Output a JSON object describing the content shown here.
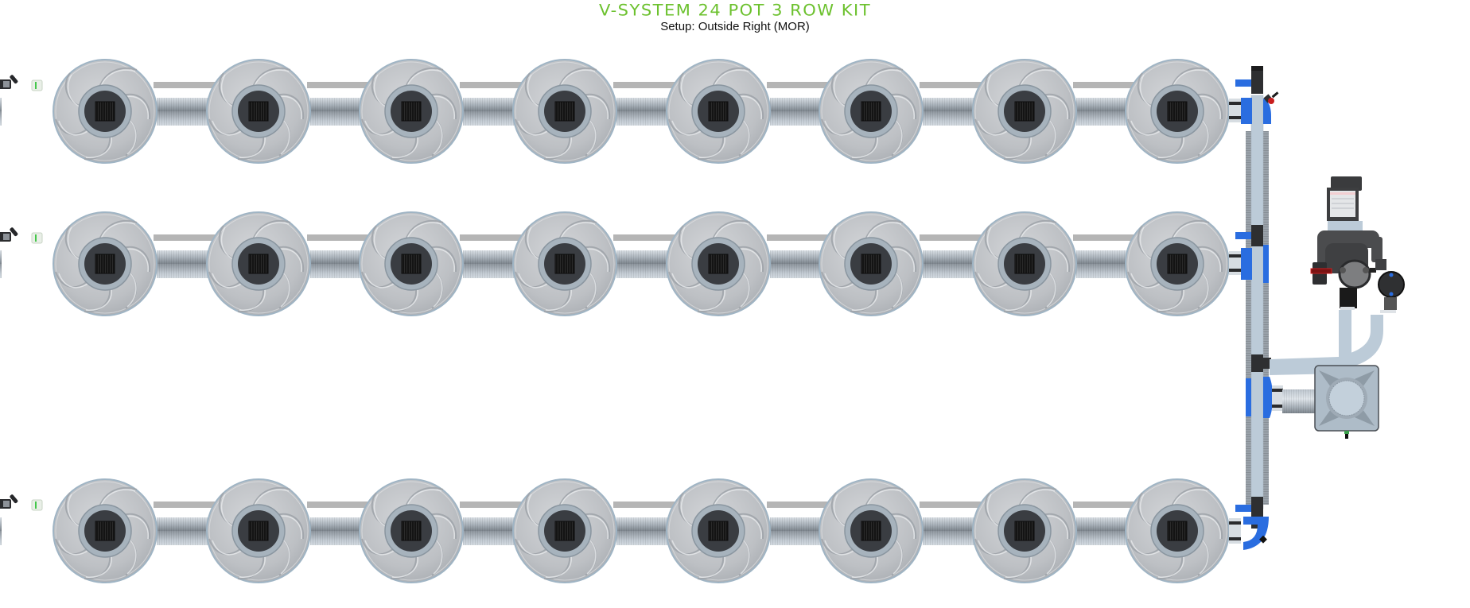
{
  "header": {
    "title": "V-SYSTEM 24 POT 3 ROW KIT",
    "subtitle": "Setup: Outside Right (MOR)"
  },
  "layout": {
    "rows": 3,
    "pots_per_row": 8,
    "total_pots": 24,
    "row_labels": [
      "row-1",
      "row-2",
      "row-3"
    ]
  },
  "components": {
    "pot": "pot-icon",
    "manifold": "manifold-pipe",
    "pump_controller": "pump-controller",
    "reservoir": "reservoir-brain-box",
    "drain_valve": "red-valve-icon",
    "endcap": "green-endcap-icon"
  },
  "colors": {
    "title_green": "#6cc12e",
    "pipe_blue": "#2a6de0",
    "pipe_light": "#bccbd8",
    "pot_gray": "#b9bcc0",
    "dark_fitting": "#2e2f31",
    "valve_red": "#c81e1e"
  }
}
